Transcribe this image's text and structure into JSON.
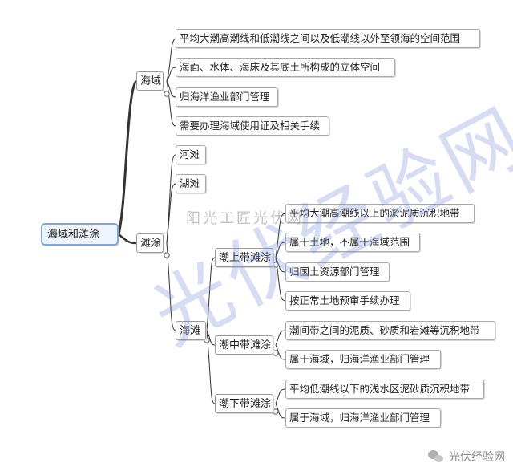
{
  "mindmap": {
    "root": {
      "label": "海域和滩涂"
    },
    "branches": [
      {
        "label": "海域",
        "children": [
          "平均大潮高潮线和低潮线之间以及低潮线以外至领海的空间范围",
          "海面、水体、海床及其底土所构成的立体空间",
          "归海洋渔业部门管理",
          "需要办理海域使用证及相关手续"
        ]
      },
      {
        "label": "滩涂",
        "children": [
          {
            "label": "河滩"
          },
          {
            "label": "湖滩"
          },
          {
            "label": "海滩",
            "children": [
              {
                "label": "潮上带滩涂",
                "children": [
                  "平均大潮高潮线以上的淤泥质沉积地带",
                  "属于土地，不属于海域范围",
                  "归国土资源部门管理",
                  "按正常土地预审手续办理"
                ]
              },
              {
                "label": "潮中带滩涂",
                "children": [
                  "潮间带之间的泥质、砂质和岩滩等沉积地带",
                  "属于海域，归海洋渔业部门管理"
                ]
              },
              {
                "label": "潮下带滩涂",
                "children": [
                  "平均低潮线以下的浅水区泥砂质沉积地带",
                  "属于海域，归海洋渔业部门管理"
                ]
              }
            ]
          }
        ]
      }
    ]
  },
  "watermarks": {
    "big": "光伏经验网",
    "small": "阳光工匠光伏网",
    "corner": "光伏经验网"
  },
  "colors": {
    "root_border": "#7fa7d6",
    "root_fill": "#eef4fb",
    "node_border": "#a9a9a9",
    "link": "#333333"
  }
}
